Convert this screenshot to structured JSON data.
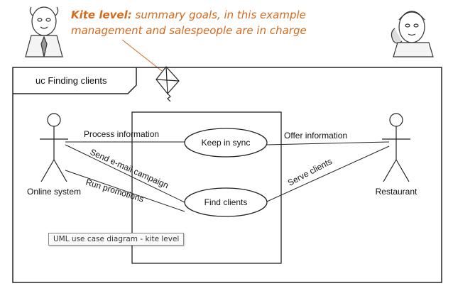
{
  "caption": {
    "bold": "Kite level:",
    "line1_rest": " summary goals, in this example",
    "line2": "management and salespeople are in charge"
  },
  "frame": {
    "title": "uc Finding clients"
  },
  "actors": [
    {
      "id": "online-system",
      "label": "Online system"
    },
    {
      "id": "restaurant",
      "label": "Restaurant"
    }
  ],
  "use_cases": [
    {
      "id": "keep-in-sync",
      "label": "Keep in sync"
    },
    {
      "id": "find-clients",
      "label": "Find clients"
    }
  ],
  "associations": [
    {
      "id": "process-information",
      "label": "Process information"
    },
    {
      "id": "send-email-campaign",
      "label": "Send e-mail campaign"
    },
    {
      "id": "run-promotions",
      "label": "Run promotions"
    },
    {
      "id": "offer-information",
      "label": "Offer information"
    },
    {
      "id": "serve-clients",
      "label": "Serve clients"
    }
  ],
  "tooltip": "UML use case diagram - kite level",
  "colors": {
    "caption": "#d2691e",
    "lines": "#222222"
  },
  "icons": [
    "manager-cartoon-icon",
    "salesperson-phone-cartoon-icon",
    "kite-icon"
  ]
}
